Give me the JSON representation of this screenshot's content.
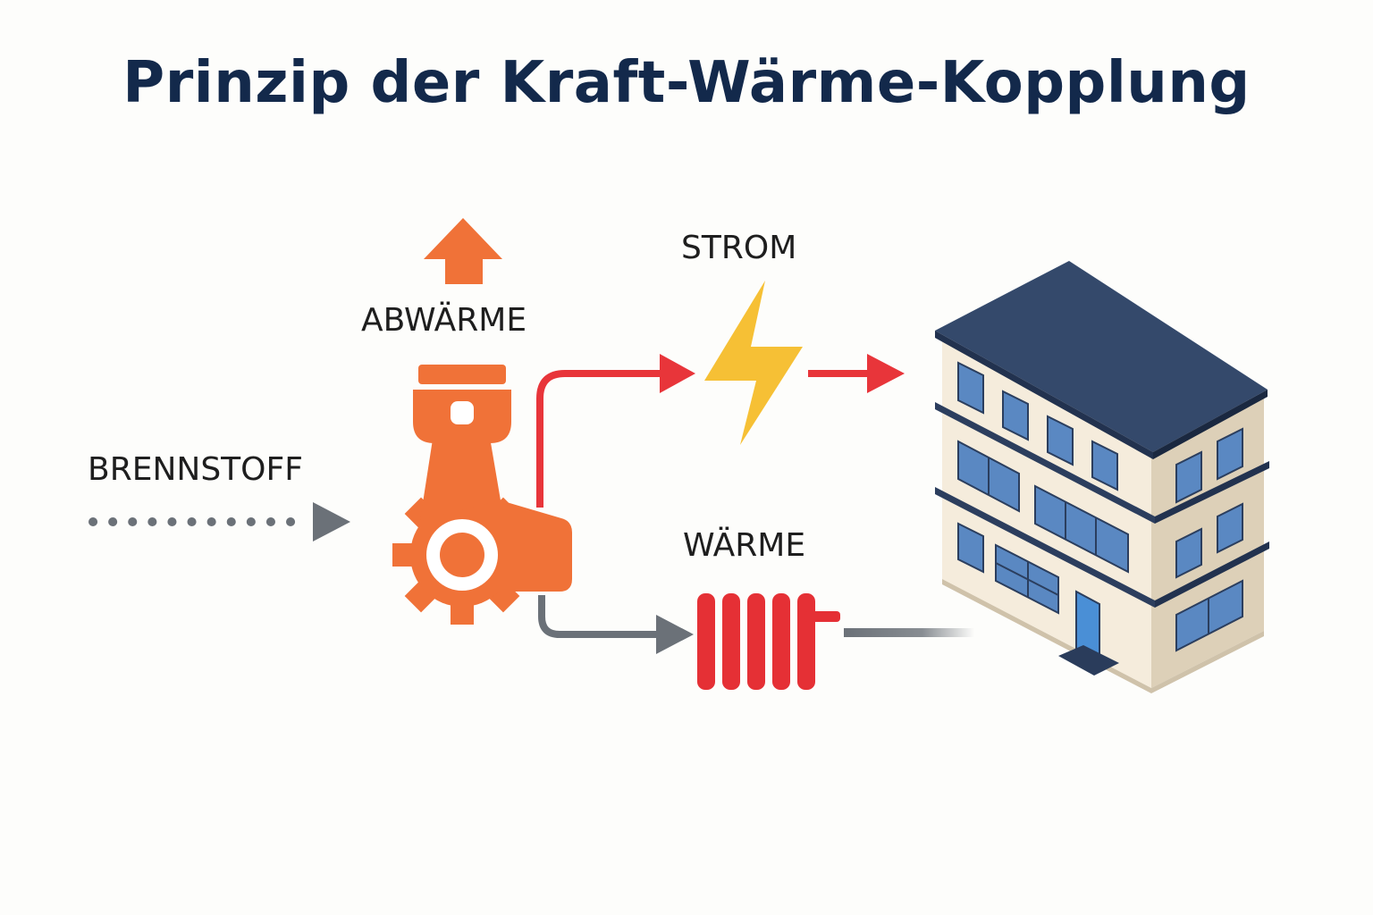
{
  "title": "Prinzip der Kraft-Wärme-Kopplung",
  "labels": {
    "fuel": "BRENNSTOFF",
    "waste_heat": "ABWÄRME",
    "power": "STROM",
    "heat": "WÄRME"
  },
  "icons": {
    "engine": "piston-gear-icon",
    "power": "lightning-bolt-icon",
    "heat": "radiator-icon",
    "building": "apartment-building-icon",
    "waste_heat": "arrow-up-icon"
  },
  "colors": {
    "title": "#13294b",
    "engine": "#f07238",
    "power_flow": "#e8353a",
    "lightning": "#f6c035",
    "heat_flow": "#6b7178",
    "radiator": "#e53035",
    "fuel_flow": "#6b7178",
    "roof": "#34496b",
    "wall_front": "#f5ecdc",
    "wall_side": "#ddd0b8",
    "window": "#5a88c2",
    "door": "#4a8fd6"
  }
}
